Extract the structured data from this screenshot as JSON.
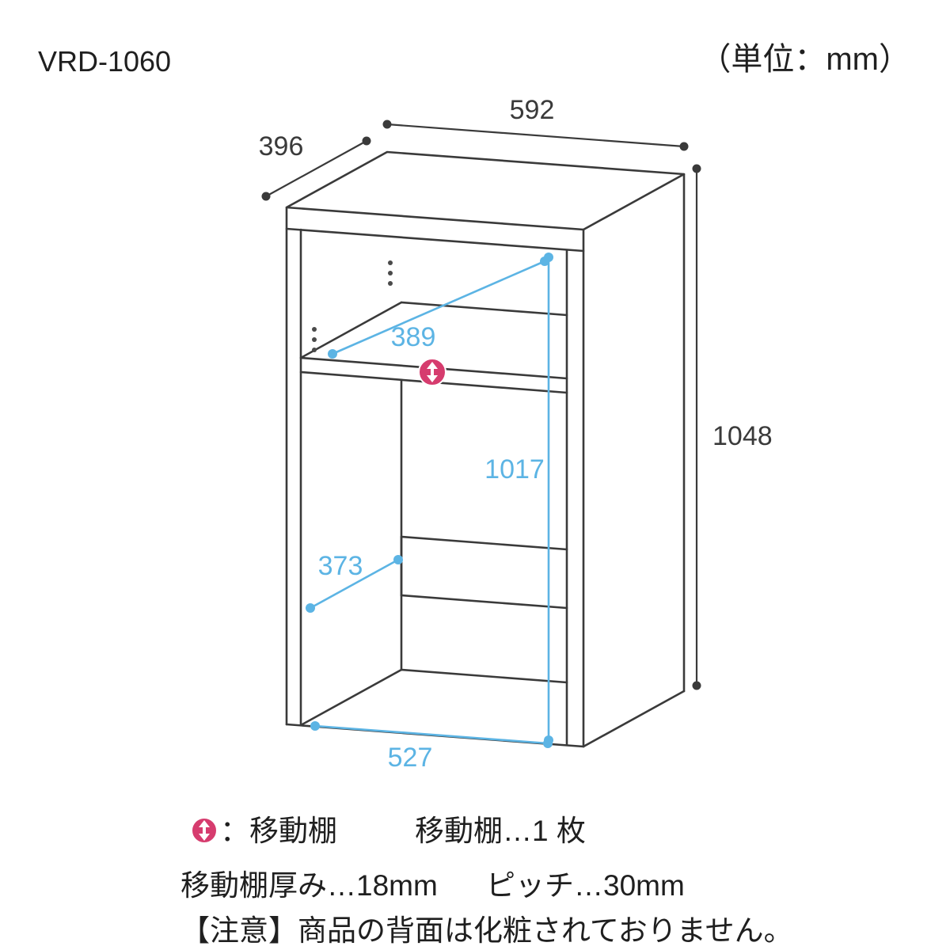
{
  "page": {
    "model": "VRD-1060",
    "unit_note": "（単位：mm）"
  },
  "colors": {
    "ink": "#3a3a3a",
    "text": "#1f1f1f",
    "blue": "#5cb4e4",
    "pink": "#d63c6e"
  },
  "dimensions": {
    "width_top": "592",
    "depth_top": "396",
    "height_right": "1048",
    "shelf_depth": "389",
    "inner_height": "1017",
    "lower_depth": "373",
    "inner_width": "527"
  },
  "legend": {
    "marker_label": "：移動棚",
    "marker_count": "移動棚…1 枚",
    "shelf_thickness": "移動棚厚み…18mm",
    "pitch": "ピッチ…30mm",
    "note": "【注意】商品の背面は化粧されておりません。"
  }
}
